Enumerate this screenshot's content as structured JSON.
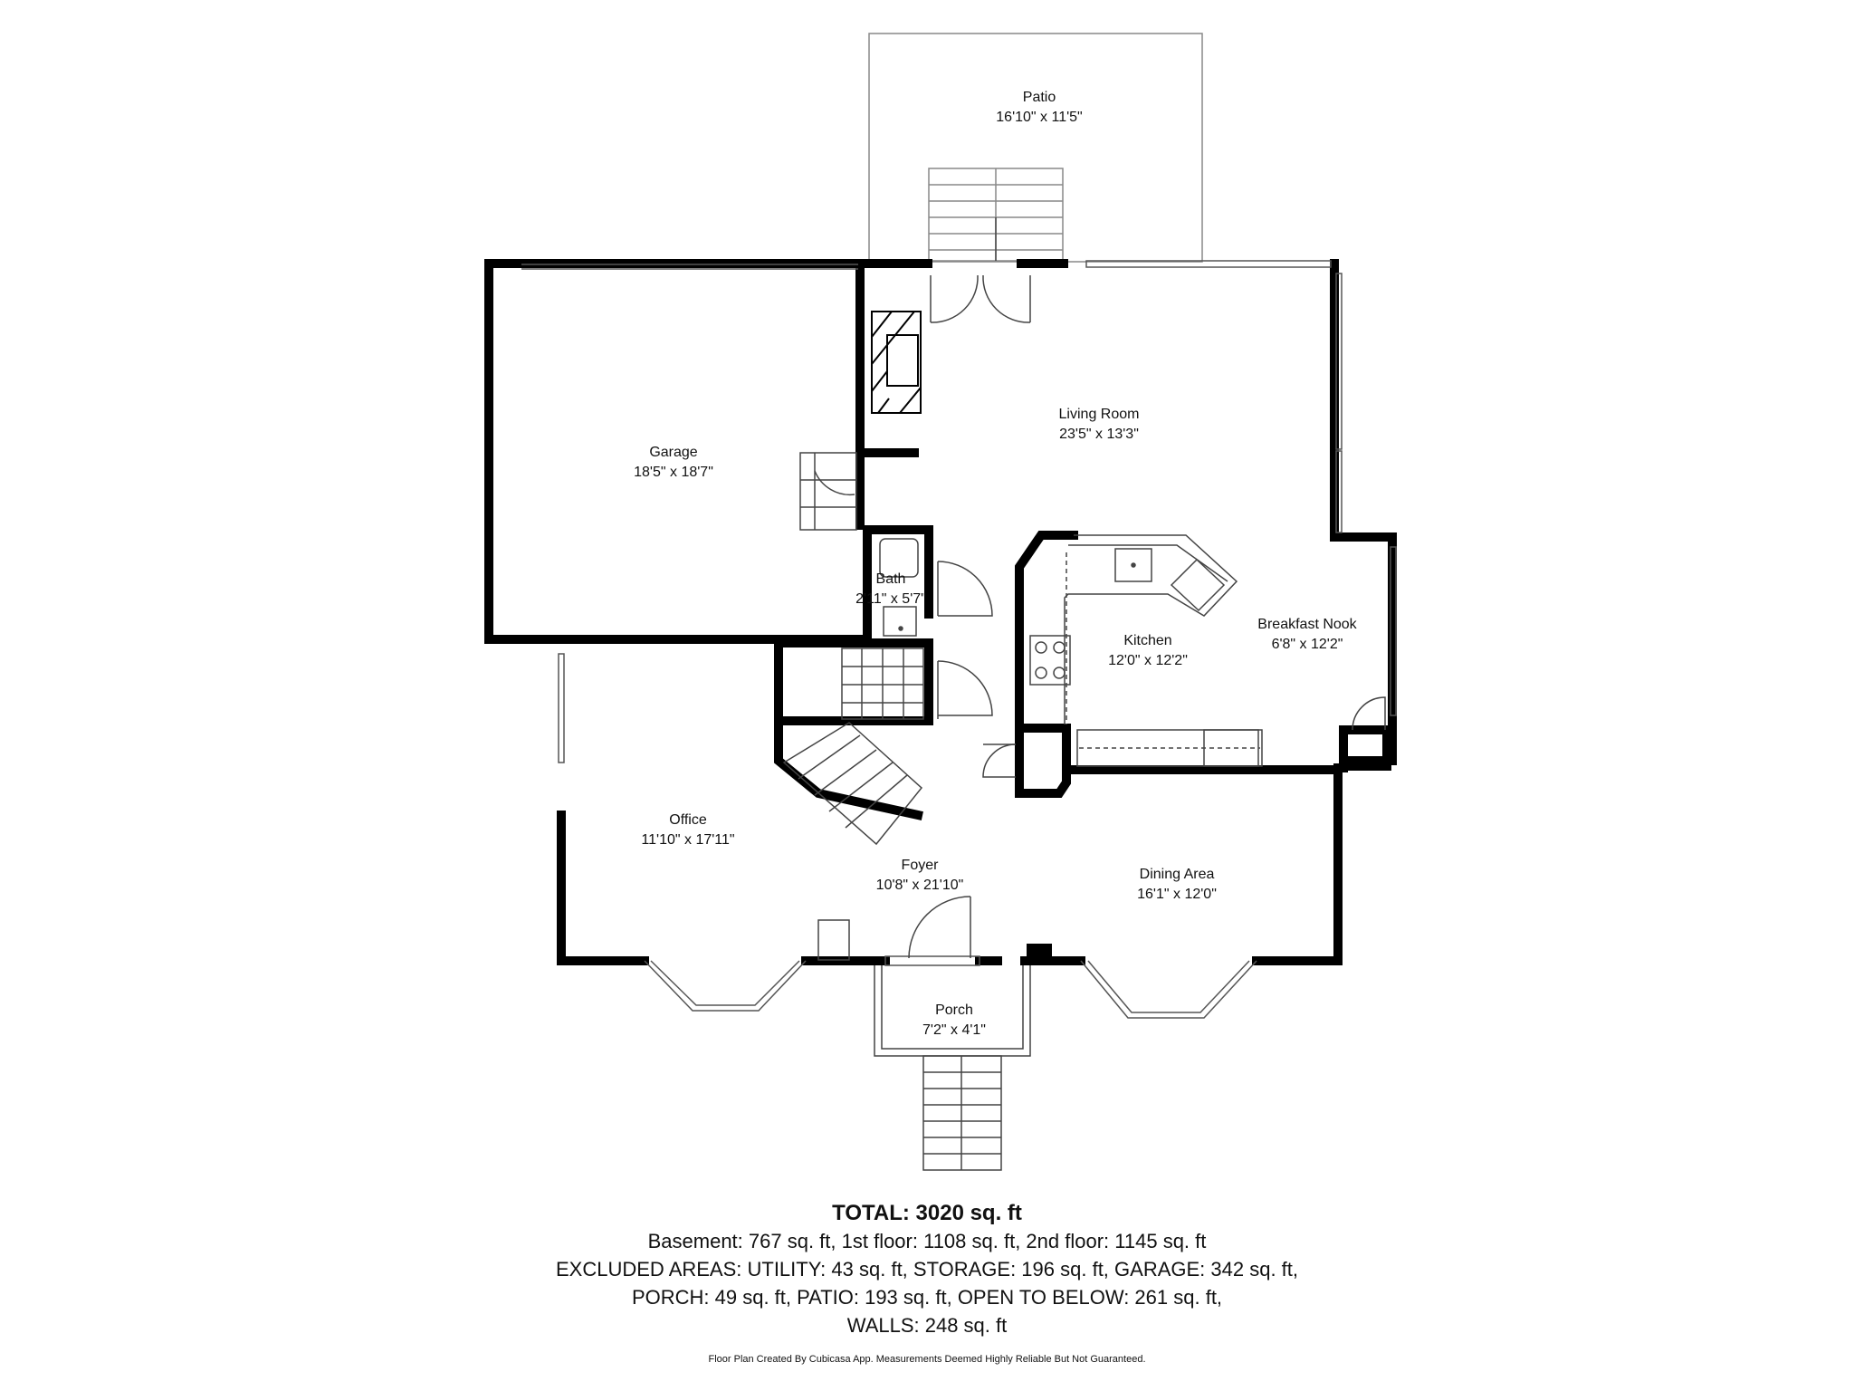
{
  "rooms": {
    "patio": {
      "name": "Patio",
      "dims": "16'10\" x 11'5\""
    },
    "living_room": {
      "name": "Living Room",
      "dims": "23'5\" x 13'3\""
    },
    "garage": {
      "name": "Garage",
      "dims": "18'5\" x 18'7\""
    },
    "bath": {
      "name": "Bath",
      "dims": "2'11\" x 5'7\""
    },
    "kitchen": {
      "name": "Kitchen",
      "dims": "12'0\" x 12'2\""
    },
    "breakfast_nook": {
      "name": "Breakfast Nook",
      "dims": "6'8\" x 12'2\""
    },
    "office": {
      "name": "Office",
      "dims": "11'10\" x 17'11\""
    },
    "foyer": {
      "name": "Foyer",
      "dims": "10'8\" x 21'10\""
    },
    "dining_area": {
      "name": "Dining Area",
      "dims": "16'1\" x 12'0\""
    },
    "porch": {
      "name": "Porch",
      "dims": "7'2\" x 4'1\""
    }
  },
  "summary": {
    "total": "TOTAL: 3020 sq. ft",
    "line1": "Basement: 767 sq. ft, 1st floor: 1108 sq. ft, 2nd floor: 1145 sq. ft",
    "line2": "EXCLUDED AREAS: UTILITY: 43 sq. ft, STORAGE: 196 sq. ft, GARAGE: 342 sq. ft,",
    "line3": "PORCH: 49 sq. ft, PATIO: 193 sq. ft, OPEN TO BELOW: 261 sq. ft,",
    "line4": "WALLS: 248 sq. ft"
  },
  "credit": "Floor Plan Created By Cubicasa App. Measurements Deemed Highly Reliable But Not Guaranteed.",
  "colors": {
    "wall": "#000000",
    "line": "#555555",
    "background": "#ffffff"
  }
}
